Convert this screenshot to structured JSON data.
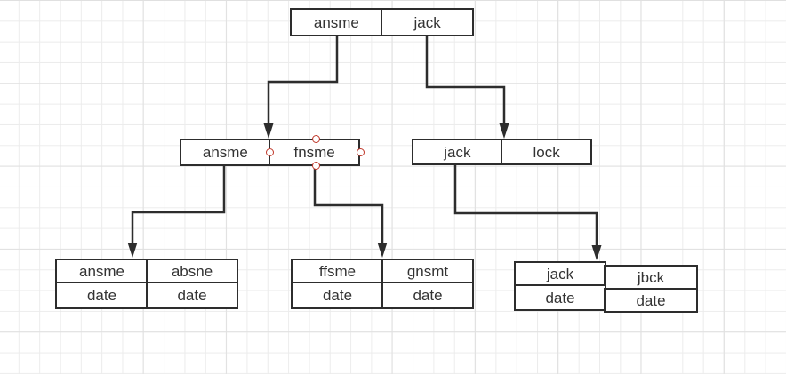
{
  "canvas": {
    "background_color": "#ffffff",
    "grid_minor_color": "#ececec",
    "grid_major_color": "#e0e0e0",
    "stroke_color": "#2d2d2d",
    "text_color": "#333333",
    "handle_color": "#c0392b"
  },
  "nodes": {
    "root": {
      "cells": [
        "ansme",
        "jack"
      ]
    },
    "mid_left": {
      "cells": [
        "ansme",
        "fnsme"
      ],
      "selected_cell": "fnsme"
    },
    "mid_right": {
      "cells": [
        "jack",
        "lock"
      ]
    },
    "leaf_left": {
      "rows": [
        [
          "ansme",
          "absne"
        ],
        [
          "date",
          "date"
        ]
      ]
    },
    "leaf_mid": {
      "rows": [
        [
          "ffsme",
          "gnsmt"
        ],
        [
          "date",
          "date"
        ]
      ]
    },
    "leaf_right": {
      "rows": [
        [
          "jack",
          "jbck"
        ],
        [
          "date",
          "date"
        ]
      ]
    }
  },
  "edges": [
    {
      "from": "root.ansme",
      "to": "mid_left"
    },
    {
      "from": "root.jack",
      "to": "mid_right"
    },
    {
      "from": "mid_left.ansme",
      "to": "leaf_left"
    },
    {
      "from": "mid_left.fnsme",
      "to": "leaf_mid"
    },
    {
      "from": "mid_right.jack",
      "to": "leaf_right"
    }
  ]
}
